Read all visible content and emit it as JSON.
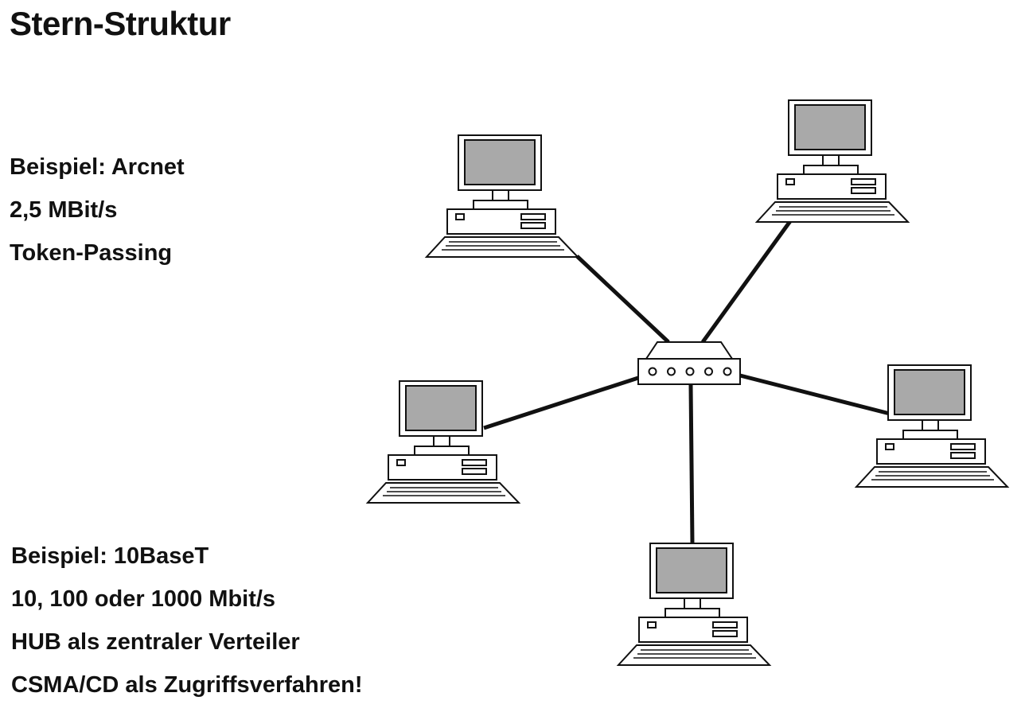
{
  "title": "Stern-Struktur",
  "example_blocks": [
    {
      "lines": [
        "Beispiel: Arcnet",
        "2,5 MBit/s",
        "Token-Passing"
      ]
    },
    {
      "lines": [
        "Beispiel: 10BaseT",
        "10, 100 oder 1000 Mbit/s",
        "HUB als zentraler Verteiler",
        "CSMA/CD als Zugriffsverfahren!"
      ]
    }
  ],
  "diagram": {
    "topology": "star",
    "center_node": {
      "type": "hub",
      "port_count": 5
    },
    "leaf_nodes": [
      {
        "type": "computer",
        "position": "top-left"
      },
      {
        "type": "computer",
        "position": "top-right"
      },
      {
        "type": "computer",
        "position": "left"
      },
      {
        "type": "computer",
        "position": "right"
      },
      {
        "type": "computer",
        "position": "bottom"
      }
    ],
    "colors": {
      "screen": "#a9a9a9",
      "line": "#111111",
      "device_fill": "#ffffff"
    }
  }
}
